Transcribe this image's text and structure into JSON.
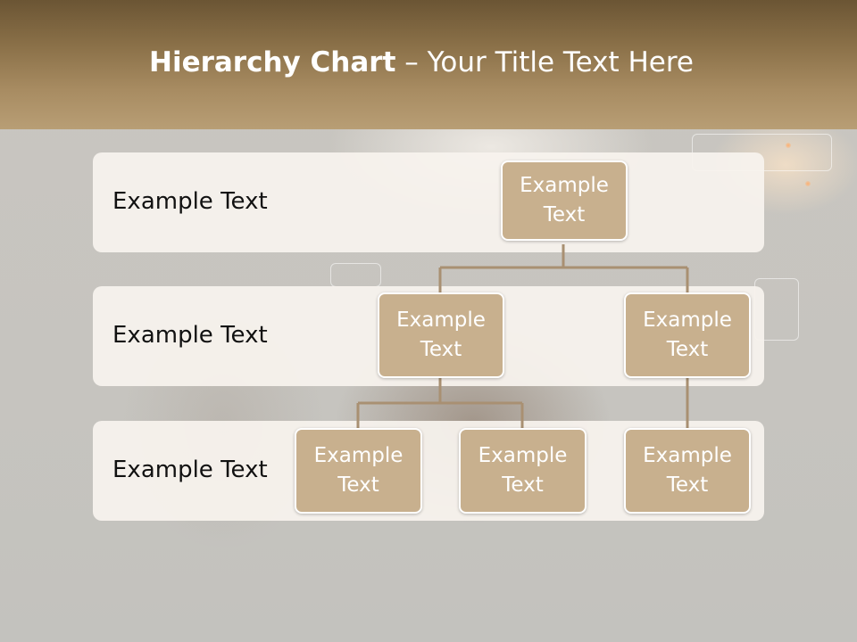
{
  "title": {
    "bold": "Hierarchy Chart",
    "rest": " – Your Title Text Here"
  },
  "levels": [
    {
      "label": "Example Text"
    },
    {
      "label": "Example Text"
    },
    {
      "label": "Example Text"
    }
  ],
  "nodes": {
    "root": "Example Text",
    "mid_left": "Example Text",
    "mid_right": "Example Text",
    "leaf_1": "Example Text",
    "leaf_2": "Example Text",
    "leaf_3": "Example Text"
  },
  "colors": {
    "header": "#8a7048",
    "node_fill": "#c8b08e",
    "connector": "#a99072",
    "band": "#f7f3ee"
  }
}
